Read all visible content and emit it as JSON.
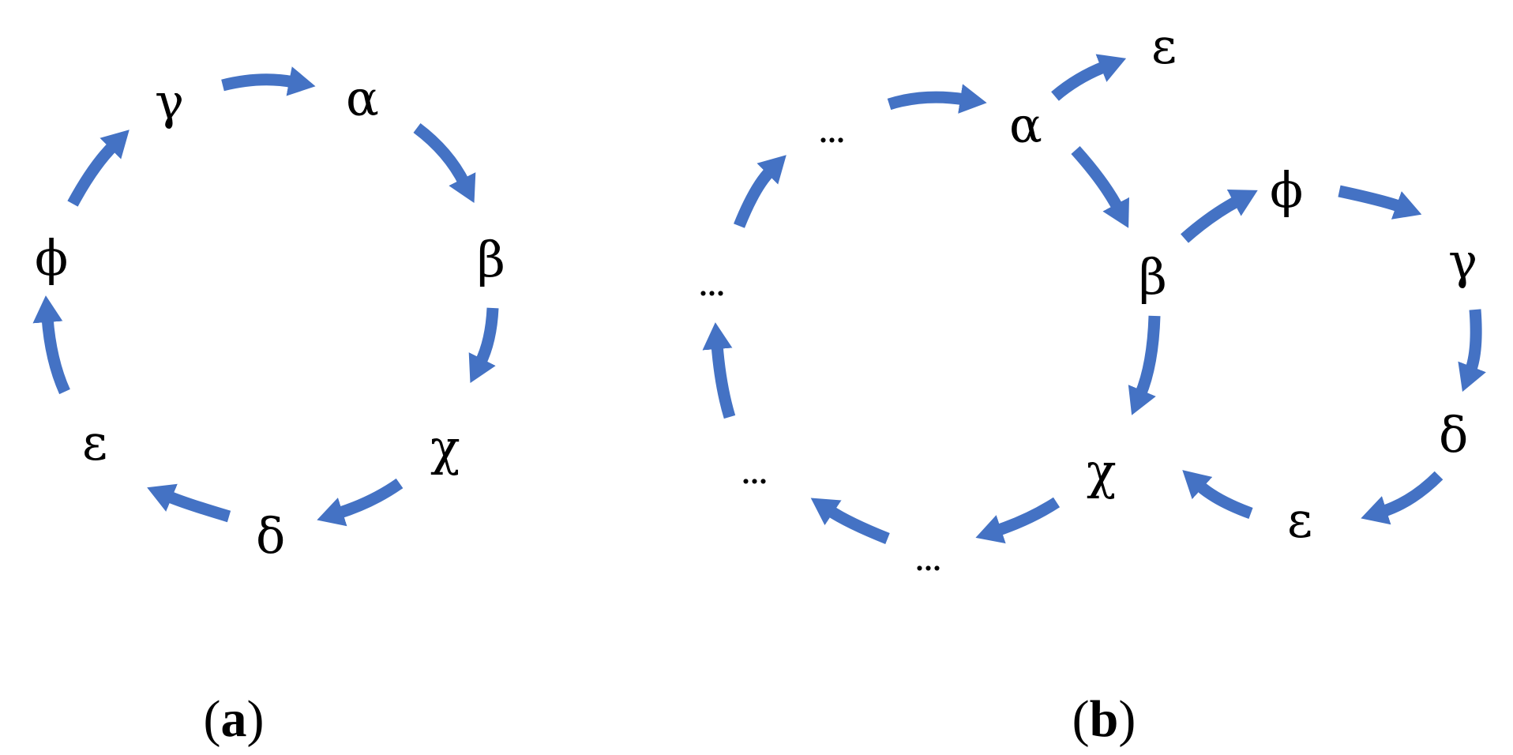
{
  "colors": {
    "arrow": "#4472C4",
    "text": "#000000",
    "background": "#ffffff"
  },
  "panels": {
    "a": {
      "label_open": "(",
      "label_letter": "a",
      "label_close": ")",
      "nodes": {
        "alpha": "α",
        "beta": "β",
        "chi": "χ",
        "delta": "δ",
        "epsilon": "ε",
        "phi": "ϕ",
        "gamma": "γ"
      },
      "cycle": [
        "α",
        "β",
        "χ",
        "δ",
        "ε",
        "ϕ",
        "γ"
      ]
    },
    "b": {
      "label_open": "(",
      "label_letter": "b",
      "label_close": ")",
      "nodes": {
        "alpha": "α",
        "beta": "β",
        "chi": "χ",
        "epsilon_top": "ε",
        "ellipsis_top": "...",
        "ellipsis_left": "...",
        "ellipsis_lower_left": "...",
        "ellipsis_bottom": "...",
        "phi": "ϕ",
        "gamma": "γ",
        "delta": "δ",
        "epsilon_right": "ε"
      },
      "outer_cycle": [
        "α",
        "β",
        "χ",
        "...",
        "...",
        "...",
        "..."
      ],
      "inner_cycle": [
        "β",
        "ϕ",
        "γ",
        "δ",
        "ε",
        "χ"
      ],
      "branch": [
        "α",
        "ε"
      ]
    }
  }
}
